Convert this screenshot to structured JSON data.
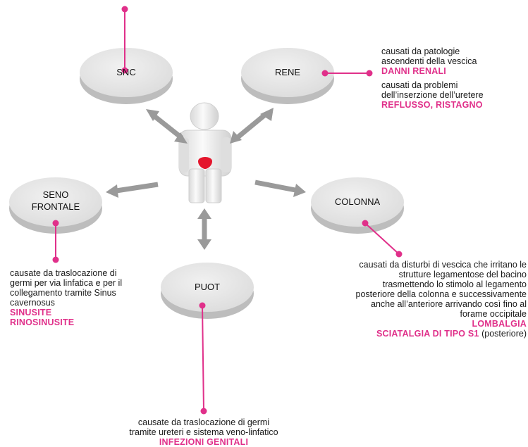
{
  "colors": {
    "accent": "#e0308a",
    "disk_top": "#e6e6e6",
    "disk_side": "#bdbdbd",
    "arrow": "#9a9a9a"
  },
  "nodes": {
    "snc": "SNC",
    "rene": "RENE",
    "seno_line1": "SENO",
    "seno_line2": "FRONTALE",
    "colonna": "COLONNA",
    "puot": "PUOT"
  },
  "rene": {
    "text1_line1": "causati da patologie",
    "text1_line2": "ascendenti della vescica",
    "label1": "DANNI RENALI",
    "text2_line1": "causati da problemi",
    "text2_line2": "dell’inserzione dell’uretere",
    "label2": "REFLUSSO, RISTAGNO"
  },
  "seno": {
    "line1": "causate da traslocazione di",
    "line2": "germi per via linfatica e per il",
    "line3": "collegamento tramite Sinus",
    "line4": "cavernosus",
    "label1": "SINUSITE",
    "label2": "RINOSINUSITE"
  },
  "colonna": {
    "line1": "causati da disturbi di vescica che irritano le",
    "line2": "strutture legamentose del bacino",
    "line3": "trasmettendo lo stimolo al legamento",
    "line4": "posteriore della colonna e successivamente",
    "line5": "anche all’anteriore arrivando così fino al",
    "line6": "forame occipitale",
    "label1": "LOMBALGIA",
    "label2": "SCIATALGIA DI TIPO S1",
    "label2_suffix": "(posteriore)"
  },
  "puot": {
    "line1": "causate da traslocazione di germi",
    "line2": "tramite ureteri e sistema veno-linfatico",
    "label": "INFEZIONI GENITALI"
  }
}
